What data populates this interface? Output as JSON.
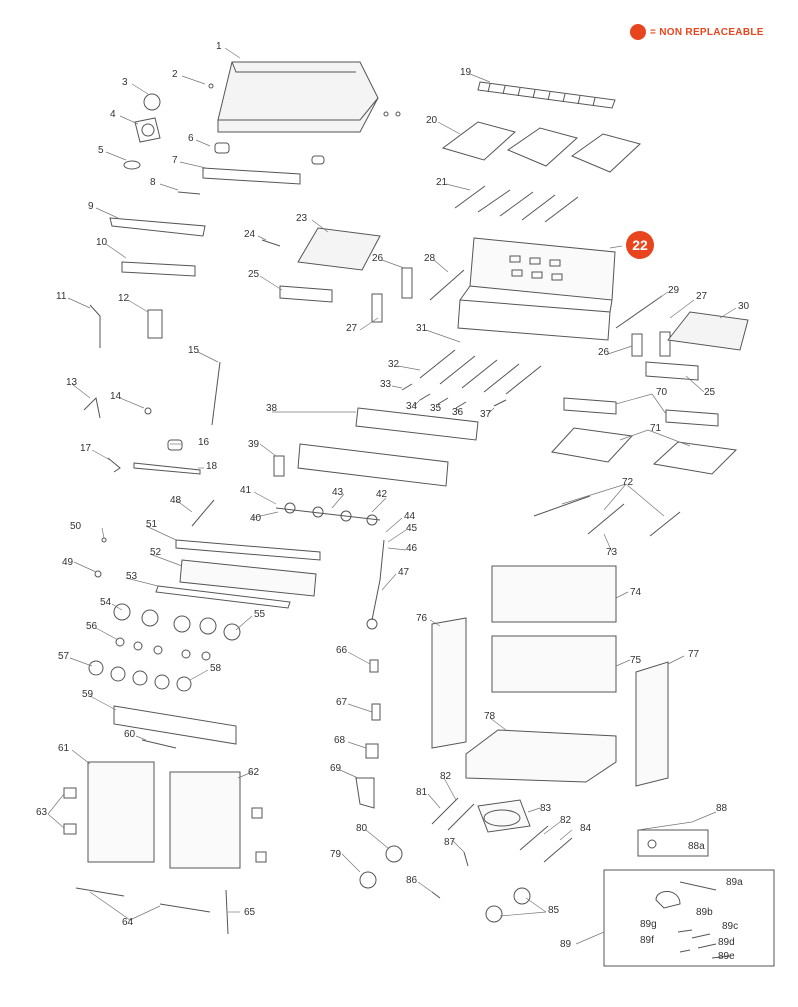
{
  "legend": {
    "text": "= NON REPLACEABLE",
    "color": "#e8451e"
  },
  "callout_part": "22",
  "labels": [
    {
      "id": "l1",
      "text": "1"
    },
    {
      "id": "l2",
      "text": "2"
    },
    {
      "id": "l3",
      "text": "3"
    },
    {
      "id": "l4",
      "text": "4"
    },
    {
      "id": "l5",
      "text": "5"
    },
    {
      "id": "l6",
      "text": "6"
    },
    {
      "id": "l7",
      "text": "7"
    },
    {
      "id": "l8",
      "text": "8"
    },
    {
      "id": "l9",
      "text": "9"
    },
    {
      "id": "l10",
      "text": "10"
    },
    {
      "id": "l11",
      "text": "11"
    },
    {
      "id": "l12",
      "text": "12"
    },
    {
      "id": "l13",
      "text": "13"
    },
    {
      "id": "l14",
      "text": "14"
    },
    {
      "id": "l15",
      "text": "15"
    },
    {
      "id": "l16",
      "text": "16"
    },
    {
      "id": "l17",
      "text": "17"
    },
    {
      "id": "l18",
      "text": "18"
    },
    {
      "id": "l19",
      "text": "19"
    },
    {
      "id": "l20",
      "text": "20"
    },
    {
      "id": "l21",
      "text": "21"
    },
    {
      "id": "l23",
      "text": "23"
    },
    {
      "id": "l24",
      "text": "24"
    },
    {
      "id": "l25a",
      "text": "25"
    },
    {
      "id": "l26a",
      "text": "26"
    },
    {
      "id": "l27a",
      "text": "27"
    },
    {
      "id": "l28",
      "text": "28"
    },
    {
      "id": "l29",
      "text": "29"
    },
    {
      "id": "l27b",
      "text": "27"
    },
    {
      "id": "l30",
      "text": "30"
    },
    {
      "id": "l26b",
      "text": "26"
    },
    {
      "id": "l25b",
      "text": "25"
    },
    {
      "id": "l31",
      "text": "31"
    },
    {
      "id": "l32",
      "text": "32"
    },
    {
      "id": "l33",
      "text": "33"
    },
    {
      "id": "l34",
      "text": "34"
    },
    {
      "id": "l35",
      "text": "35"
    },
    {
      "id": "l36",
      "text": "36"
    },
    {
      "id": "l37",
      "text": "37"
    },
    {
      "id": "l38",
      "text": "38"
    },
    {
      "id": "l39",
      "text": "39"
    },
    {
      "id": "l40",
      "text": "40"
    },
    {
      "id": "l41",
      "text": "41"
    },
    {
      "id": "l42",
      "text": "42"
    },
    {
      "id": "l43",
      "text": "43"
    },
    {
      "id": "l44",
      "text": "44"
    },
    {
      "id": "l45",
      "text": "45"
    },
    {
      "id": "l46",
      "text": "46"
    },
    {
      "id": "l47",
      "text": "47"
    },
    {
      "id": "l48",
      "text": "48"
    },
    {
      "id": "l49",
      "text": "49"
    },
    {
      "id": "l50",
      "text": "50"
    },
    {
      "id": "l51",
      "text": "51"
    },
    {
      "id": "l52",
      "text": "52"
    },
    {
      "id": "l53",
      "text": "53"
    },
    {
      "id": "l54",
      "text": "54"
    },
    {
      "id": "l55",
      "text": "55"
    },
    {
      "id": "l56",
      "text": "56"
    },
    {
      "id": "l57",
      "text": "57"
    },
    {
      "id": "l58",
      "text": "58"
    },
    {
      "id": "l59",
      "text": "59"
    },
    {
      "id": "l60",
      "text": "60"
    },
    {
      "id": "l61",
      "text": "61"
    },
    {
      "id": "l62",
      "text": "62"
    },
    {
      "id": "l63",
      "text": "63"
    },
    {
      "id": "l64",
      "text": "64"
    },
    {
      "id": "l65",
      "text": "65"
    },
    {
      "id": "l66",
      "text": "66"
    },
    {
      "id": "l67",
      "text": "67"
    },
    {
      "id": "l68",
      "text": "68"
    },
    {
      "id": "l69",
      "text": "69"
    },
    {
      "id": "l70",
      "text": "70"
    },
    {
      "id": "l71",
      "text": "71"
    },
    {
      "id": "l72",
      "text": "72"
    },
    {
      "id": "l73",
      "text": "73"
    },
    {
      "id": "l74",
      "text": "74"
    },
    {
      "id": "l75",
      "text": "75"
    },
    {
      "id": "l76",
      "text": "76"
    },
    {
      "id": "l77",
      "text": "77"
    },
    {
      "id": "l78",
      "text": "78"
    },
    {
      "id": "l79",
      "text": "79"
    },
    {
      "id": "l80",
      "text": "80"
    },
    {
      "id": "l81",
      "text": "81"
    },
    {
      "id": "l82a",
      "text": "82"
    },
    {
      "id": "l82b",
      "text": "82"
    },
    {
      "id": "l83",
      "text": "83"
    },
    {
      "id": "l84",
      "text": "84"
    },
    {
      "id": "l85",
      "text": "85"
    },
    {
      "id": "l86",
      "text": "86"
    },
    {
      "id": "l87",
      "text": "87"
    },
    {
      "id": "l88",
      "text": "88"
    },
    {
      "id": "l88a",
      "text": "88a"
    },
    {
      "id": "l89",
      "text": "89"
    },
    {
      "id": "l89a",
      "text": "89a"
    },
    {
      "id": "l89b",
      "text": "89b"
    },
    {
      "id": "l89c",
      "text": "89c"
    },
    {
      "id": "l89d",
      "text": "89d"
    },
    {
      "id": "l89e",
      "text": "89e"
    },
    {
      "id": "l89f",
      "text": "89f"
    },
    {
      "id": "l89g",
      "text": "89g"
    }
  ]
}
